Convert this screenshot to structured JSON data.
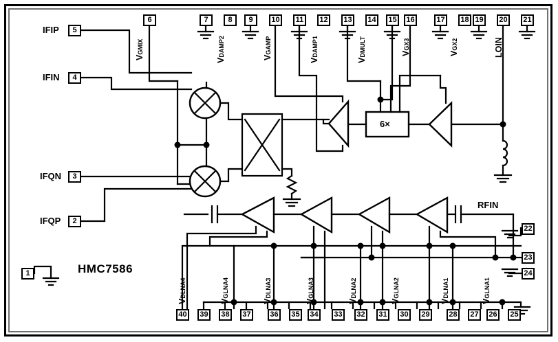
{
  "diagram": {
    "part_number": "HMC7586",
    "title": "HMC7586 functional block diagram",
    "block_6x_label": "6×",
    "rfin_label": "RFIN"
  },
  "left_pins": [
    {
      "name": "IFIP",
      "number": "5"
    },
    {
      "name": "IFIN",
      "number": "4"
    },
    {
      "name": "IFQN",
      "number": "3"
    },
    {
      "name": "IFQP",
      "number": "2"
    }
  ],
  "corner_pin": {
    "number": "1",
    "signal": "GND"
  },
  "top_pins": [
    {
      "number": "6",
      "label": "V",
      "sub": "GMIX",
      "ground": false
    },
    {
      "number": "7",
      "label": "",
      "sub": "",
      "ground": true
    },
    {
      "number": "8",
      "label": "V",
      "sub": "DAMP2",
      "ground": false
    },
    {
      "number": "9",
      "label": "",
      "sub": "",
      "ground": true
    },
    {
      "number": "10",
      "label": "V",
      "sub": "GAMP",
      "ground": false
    },
    {
      "number": "11",
      "label": "",
      "sub": "",
      "ground": true
    },
    {
      "number": "12",
      "label": "V",
      "sub": "DAMP1",
      "ground": false
    },
    {
      "number": "13",
      "label": "",
      "sub": "",
      "ground": true
    },
    {
      "number": "14",
      "label": "V",
      "sub": "DMULT",
      "ground": false
    },
    {
      "number": "15",
      "label": "",
      "sub": "",
      "ground": true
    },
    {
      "number": "16",
      "label": "V",
      "sub": "GX3",
      "ground": false
    },
    {
      "number": "17",
      "label": "",
      "sub": "",
      "ground": true
    },
    {
      "number": "18",
      "label": "V",
      "sub": "GX2",
      "ground": false
    },
    {
      "number": "19",
      "label": "",
      "sub": "",
      "ground": true
    },
    {
      "number": "20",
      "label": "LOIN",
      "sub": "",
      "ground": false
    },
    {
      "number": "21",
      "label": "",
      "sub": "",
      "ground": true
    }
  ],
  "right_pins": [
    {
      "number": "22",
      "signal": "GND"
    },
    {
      "number": "23",
      "signal": "RFIN"
    },
    {
      "number": "24",
      "signal": "GND"
    }
  ],
  "bottom_pins": [
    {
      "number": "40",
      "label": "V",
      "sub": "DLNA4"
    },
    {
      "number": "39",
      "label": "",
      "sub": ""
    },
    {
      "number": "38",
      "label": "V",
      "sub": "GLNA4"
    },
    {
      "number": "37",
      "label": "",
      "sub": ""
    },
    {
      "number": "36",
      "label": "V",
      "sub": "DLNA3"
    },
    {
      "number": "35",
      "label": "",
      "sub": ""
    },
    {
      "number": "34",
      "label": "V",
      "sub": "GLNA3"
    },
    {
      "number": "33",
      "label": "",
      "sub": ""
    },
    {
      "number": "32",
      "label": "V",
      "sub": "DLNA2"
    },
    {
      "number": "31",
      "label": "",
      "sub": ""
    },
    {
      "number": "30",
      "label": "V",
      "sub": "GLNA2"
    },
    {
      "number": "29",
      "label": "",
      "sub": ""
    },
    {
      "number": "28",
      "label": "V",
      "sub": "DLNA1"
    },
    {
      "number": "27",
      "label": "",
      "sub": ""
    },
    {
      "number": "26",
      "label": "V",
      "sub": "GLNA1"
    },
    {
      "number": "25",
      "label": "",
      "sub": ""
    }
  ],
  "colors": {
    "wire": "#000000",
    "frame_outer": "#000000",
    "frame_inner": "#6f6f6f",
    "background": "#ffffff"
  }
}
